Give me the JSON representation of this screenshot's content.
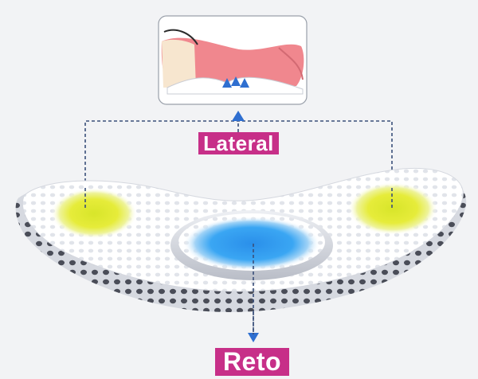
{
  "labels": {
    "lateral": "Lateral",
    "reto": "Reto"
  },
  "colors": {
    "background": "#f2f3f5",
    "label_background": "#c72f88",
    "label_text": "#ffffff",
    "connector_line": "#3a4f7a",
    "side_zone": "#e6ec3a",
    "center_zone": "#2f9cf0",
    "pillow_mesh": "#ffffff",
    "pillow_edge_dots": "#4a4d58",
    "inset_body": "#f0878e"
  },
  "icons": {
    "inset": "side-sleeping-figure-illustration",
    "arrows": "support-arrows-icon"
  }
}
